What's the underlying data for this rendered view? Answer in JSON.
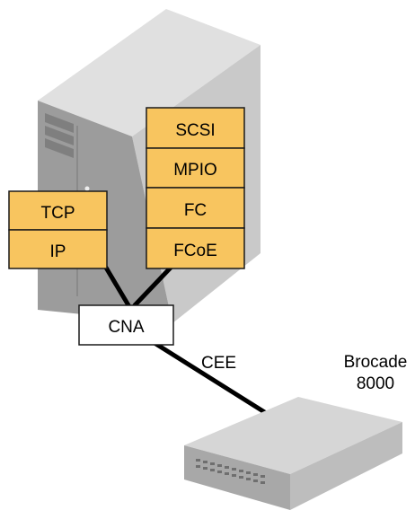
{
  "server": {
    "left_stack": [
      "TCP",
      "IP"
    ],
    "right_stack": [
      "SCSI",
      "MPIO",
      "FC",
      "FCoE"
    ]
  },
  "adapter": {
    "label": "CNA"
  },
  "link": {
    "label": "CEE"
  },
  "switch": {
    "label_line1": "Brocade",
    "label_line2": "8000"
  },
  "colors": {
    "stack_fill": "#f8c55f",
    "stack_border": "#1a1a1a",
    "server_front": "#9a9a9a",
    "server_side": "#c9c9c9",
    "server_top": "#e0e0e0",
    "switch_top": "#d6d6d6",
    "switch_front": "#a8a8a8"
  }
}
